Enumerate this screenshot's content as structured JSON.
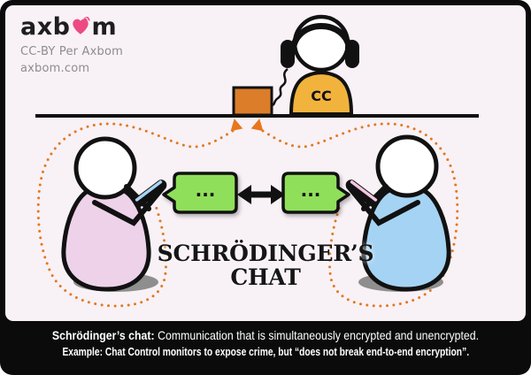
{
  "branding": {
    "logo_prefix": "axb",
    "logo_suffix": "m",
    "heart_icon": "heart-with-signal-waves",
    "license": "CC-BY Per Axbom",
    "website": "axbom.com"
  },
  "title": {
    "line1": "SCHRÖDINGER’S",
    "line2": "CHAT"
  },
  "scene": {
    "monitor_shirt_label": "CC",
    "left_bubble_text": "...",
    "right_bubble_text": "...",
    "elements": {
      "listener": "person with headphones wired to interception box on desk line",
      "left_person": "pink person texting on phone",
      "right_person": "blue person texting on phone",
      "bubbles": "two green chat bubbles linked by double arrow",
      "surveillance": "orange dotted loops from both phones up to interception box"
    }
  },
  "caption": {
    "term": "Schrödinger’s chat:",
    "definition": "Communication that is simultaneously encrypted and unencrypted.",
    "example": "Example: Chat Control monitors to expose crime, but “does not break end-to-end encryption”."
  },
  "colors": {
    "panel_bg": "#f8f1f6",
    "frame_bg": "#0b0b0b",
    "accent_orange_dots": "#e2791c",
    "interception_box": "#dc7d2a",
    "listener_shirt": "#f2b33d",
    "bubble_green": "#90df5a",
    "person_pink": "#edd2e9",
    "person_blue": "#a5d3f3",
    "phone_screen_blue": "#a8d4f4",
    "phone_screen_pink": "#f6c6e0",
    "heart_pink": "#ed4a82",
    "caption_text": "#ffffff",
    "outline": "#111111"
  }
}
